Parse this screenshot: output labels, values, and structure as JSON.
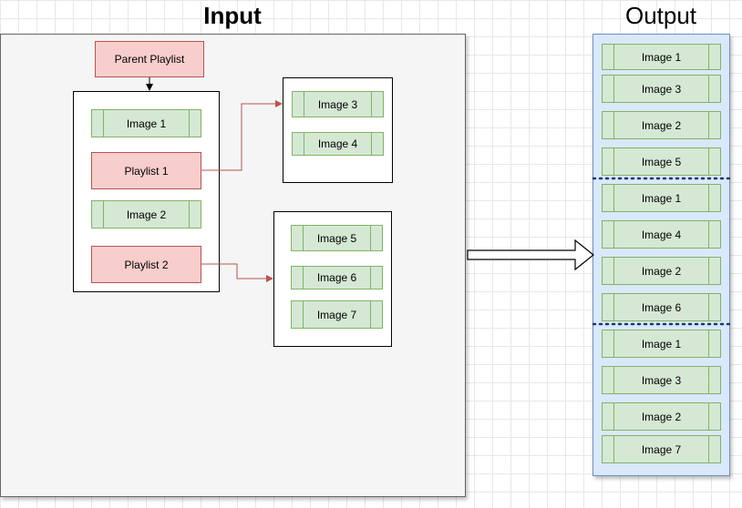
{
  "titles": {
    "input": "Input",
    "output": "Output"
  },
  "input": {
    "parent_playlist": "Parent Playlist",
    "parent_children": {
      "image1": "Image 1",
      "playlist1": "Playlist 1",
      "image2": "Image 2",
      "playlist2": "Playlist 2"
    },
    "playlist1_children": [
      "Image 3",
      "Image 4"
    ],
    "playlist2_children": [
      "Image 5",
      "Image 6",
      "Image 7"
    ]
  },
  "output": {
    "items": [
      "Image 1",
      "Image 3",
      "Image 2",
      "Image 5",
      "Image 1",
      "Image 4",
      "Image 2",
      "Image 6",
      "Image 1",
      "Image 3",
      "Image 2",
      "Image 7"
    ]
  },
  "colors": {
    "image_fill": "#d5e8d4",
    "image_stroke": "#82b366",
    "playlist_fill": "#f8cecc",
    "playlist_stroke": "#b85450",
    "output_fill": "#dae8fc",
    "output_stroke": "#6c8ebf",
    "input_fill": "#f5f5f5"
  }
}
